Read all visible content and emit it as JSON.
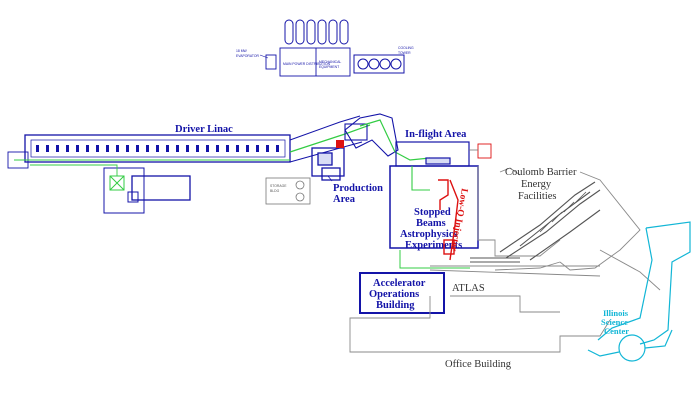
{
  "labels": {
    "driver_linac": "Driver Linac",
    "inflight_area": "In-flight Area",
    "production_area_1": "Production",
    "production_area_2": "Area",
    "stopped_beams_1": "Stopped",
    "stopped_beams_2": "Beams",
    "astrophysics_1": "Astrophysics",
    "astrophysics_2": "Experiments",
    "low_q_injector": "Low-Q Injector",
    "coulomb_1": "Coulomb Barrier",
    "coulomb_2": "Energy",
    "coulomb_3": "Facilities",
    "atlas": "ATLAS",
    "accelerator_ops_1": "Accelerator",
    "accelerator_ops_2": "Operations",
    "accelerator_ops_3": "Building",
    "illinois_1": "Illinois",
    "illinois_2": "Science",
    "illinois_3": "Center",
    "office_building": "Office Building"
  },
  "small_labels": {
    "top_left_1": "18 MW",
    "top_left_2": "EVAPORATOR",
    "top_box_1": "MAIN POWER DISTRIBUTION",
    "top_box_2": "MECHANICAL",
    "top_box_2b": "EQUIPMENT",
    "top_right_1": "COOLING",
    "top_right_2": "TOWER",
    "mid_box_1": "STORAGE",
    "mid_box_2": "BLDG"
  },
  "colors": {
    "facility_blue": "#1414a8",
    "beamline_green": "#33cc44",
    "injector_red": "#dd1111",
    "existing_gray": "#8a8a8a",
    "illinois_cyan": "#12b6d6"
  }
}
